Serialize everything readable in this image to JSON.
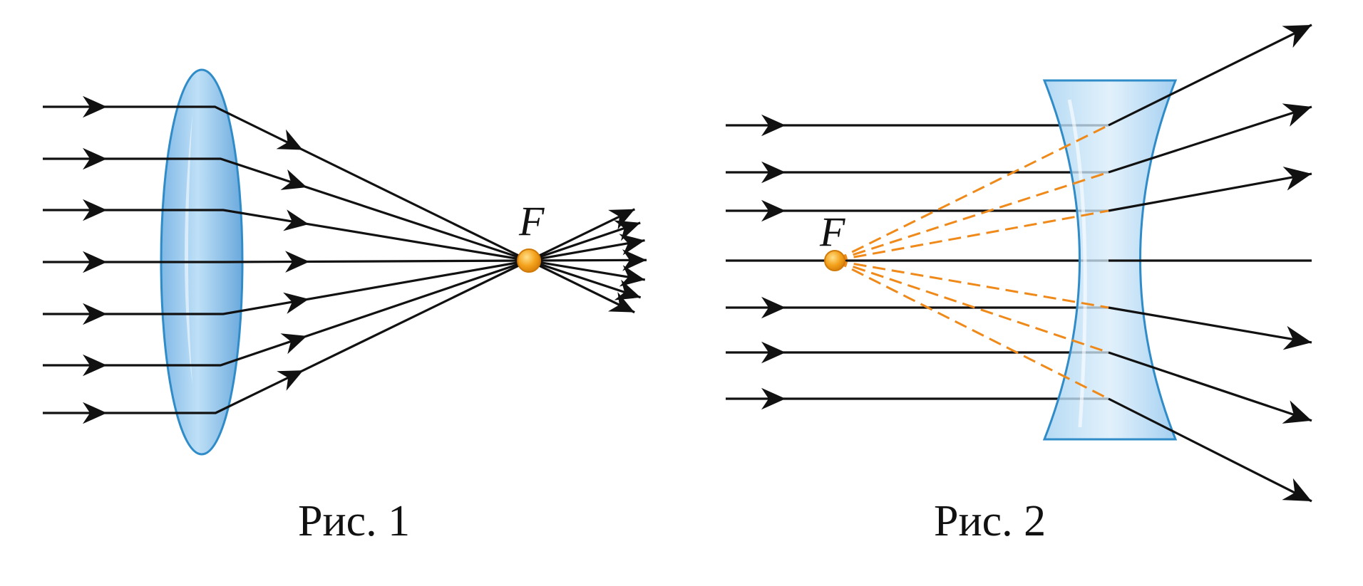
{
  "figures": [
    {
      "caption": "Рис. 1",
      "focus_label": "F",
      "lens": "converging"
    },
    {
      "caption": "Рис. 2",
      "focus_label": "F",
      "lens": "diverging"
    }
  ],
  "colors": {
    "ray": "#111111",
    "lens_fill": "#9ccbee",
    "lens_stroke": "#2f8cc8",
    "focus": "#f4a21c",
    "dashed": "#ef8a1a"
  }
}
